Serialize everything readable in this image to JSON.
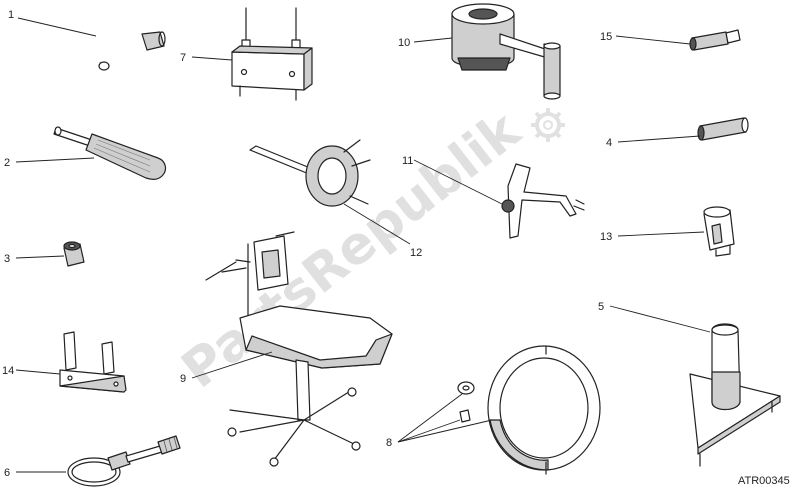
{
  "diagram": {
    "labels": [
      "1",
      "2",
      "3",
      "4",
      "5",
      "6",
      "7",
      "8",
      "9",
      "10",
      "11",
      "12",
      "13",
      "14",
      "15"
    ],
    "watermark": "PartsRepublik",
    "code": "ATR00345"
  },
  "colors": {
    "line": "#222222",
    "shade": "#cfcfcf",
    "dark": "#555555",
    "watermark": "#c8c8c8"
  }
}
